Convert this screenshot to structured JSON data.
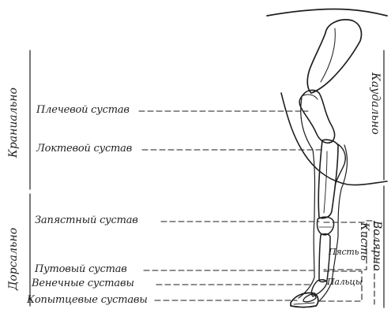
{
  "labels": {
    "shoulder_joint": "Плечевой сустав",
    "elbow_joint": "Локтевой сустав",
    "carpal_joint": "Запястный сустав",
    "fetlock_joint": "Путовый сустав",
    "coronary_joints": "Венечные суставы",
    "hoof_joints": "Копытцевые суставы",
    "metacarpus": "Пясть",
    "digits": "Пальцы"
  },
  "directions": {
    "cranial": "Краниально",
    "caudal": "Каудально",
    "dorsal": "Дорсально",
    "manus": "Кисть",
    "volar": "Волярно"
  }
}
